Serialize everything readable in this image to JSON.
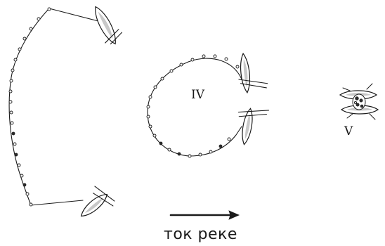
{
  "diagram": {
    "net_iv_label": "IV",
    "net_v_label": "V",
    "current_label": "ток реке"
  }
}
